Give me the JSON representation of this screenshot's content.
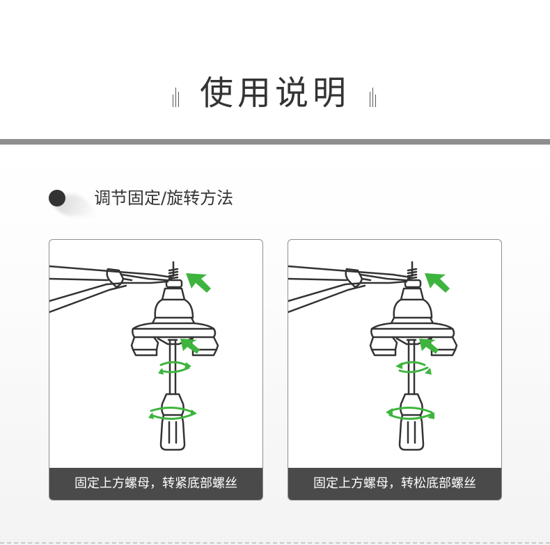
{
  "header": {
    "title": "使用说明"
  },
  "section": {
    "title": "调节固定/旋转方法"
  },
  "panels": [
    {
      "caption": "固定上方螺母，转紧底部螺丝"
    },
    {
      "caption": "固定上方螺母，转松底部螺丝"
    }
  ],
  "colors": {
    "accent_green": "#3eb43e",
    "dark_caption": "#4a4a4a",
    "band_gray": "#8e8e8e",
    "text_dark": "#333333"
  }
}
